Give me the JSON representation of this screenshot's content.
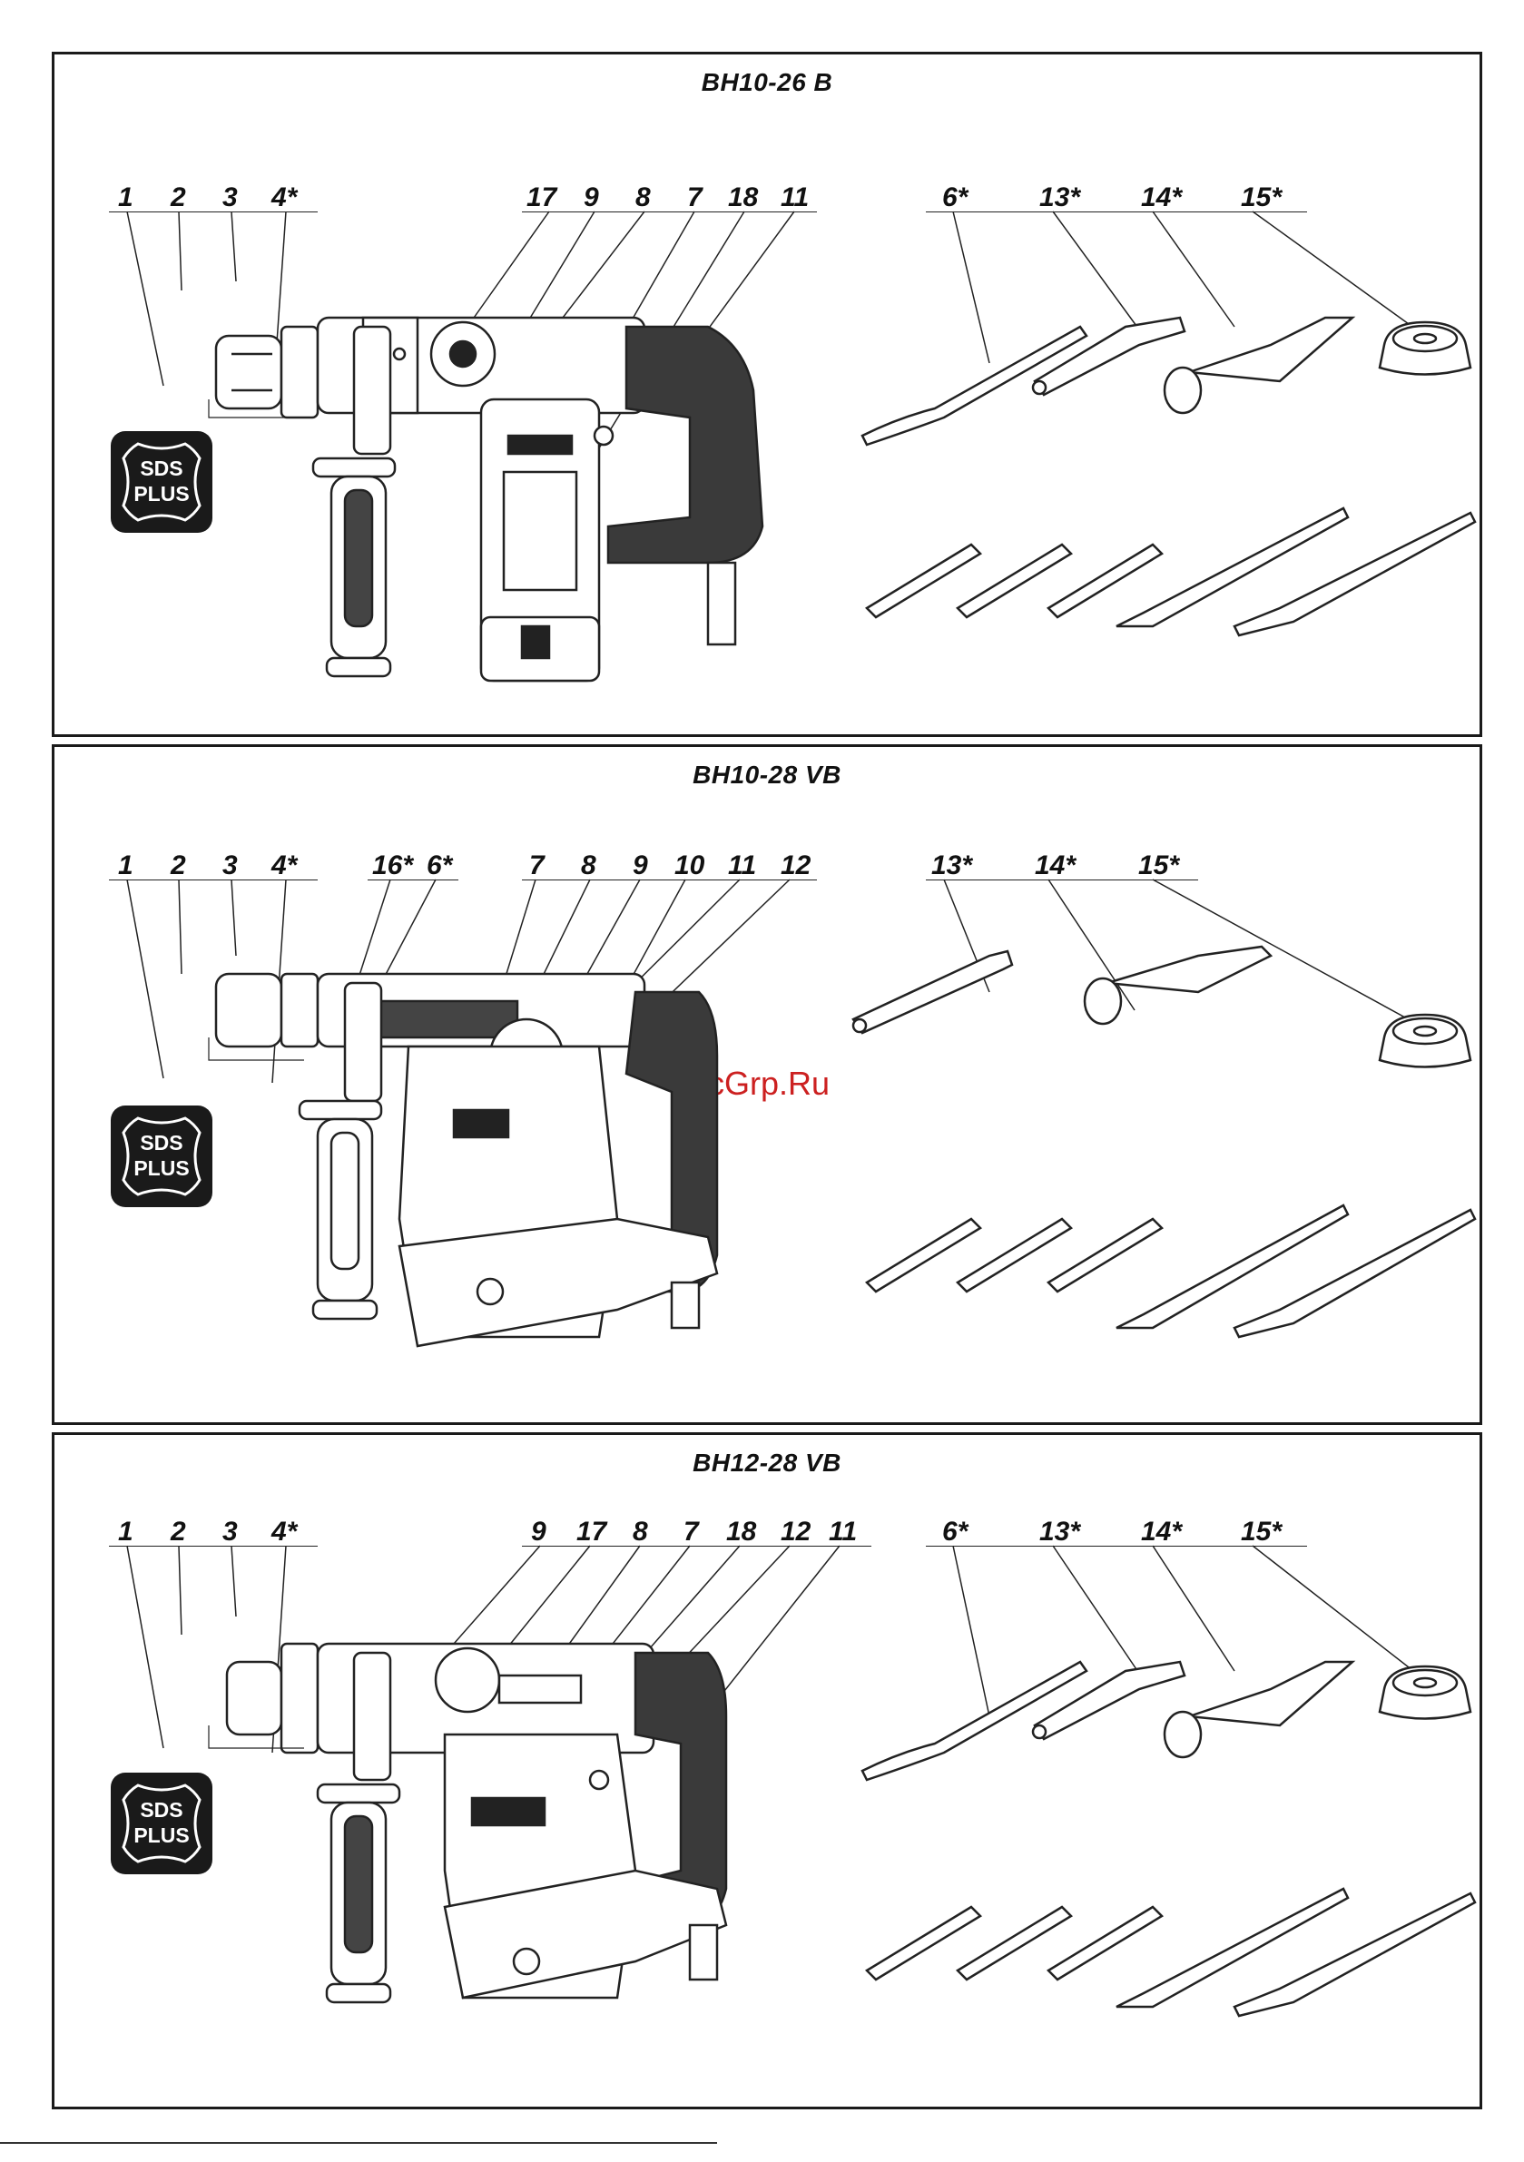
{
  "panels": [
    {
      "title": "BH10-26 B",
      "labels_left": [
        "1",
        "2",
        "3",
        "4*"
      ],
      "labels_mid": [
        "17",
        "9",
        "8",
        "7",
        "18",
        "11"
      ],
      "labels_acc": [
        "6*",
        "13*",
        "14*",
        "15*"
      ]
    },
    {
      "title": "BH10-28 VB",
      "labels_left": [
        "1",
        "2",
        "3",
        "4*"
      ],
      "labels_mid": [
        "16*",
        "6*",
        "7",
        "8",
        "9",
        "10",
        "11",
        "12"
      ],
      "labels_acc": [
        "13*",
        "14*",
        "15*"
      ]
    },
    {
      "title": "BH12-28 VB",
      "labels_left": [
        "1",
        "2",
        "3",
        "4*"
      ],
      "labels_mid": [
        "9",
        "17",
        "8",
        "7",
        "18",
        "12",
        "11"
      ],
      "labels_acc": [
        "6*",
        "13*",
        "14*",
        "15*"
      ]
    }
  ],
  "badge": {
    "line1": "SDS",
    "line2": "PLUS"
  },
  "watermark": "McGrp.Ru",
  "icons": [
    "sds-plus-badge-icon",
    "drill-bit-icon",
    "chisel-icon",
    "spanner-icon",
    "grease-tube-icon",
    "dust-cap-icon",
    "depth-gauge-icon",
    "rotary-hammer-icon",
    "auxiliary-handle-icon"
  ]
}
